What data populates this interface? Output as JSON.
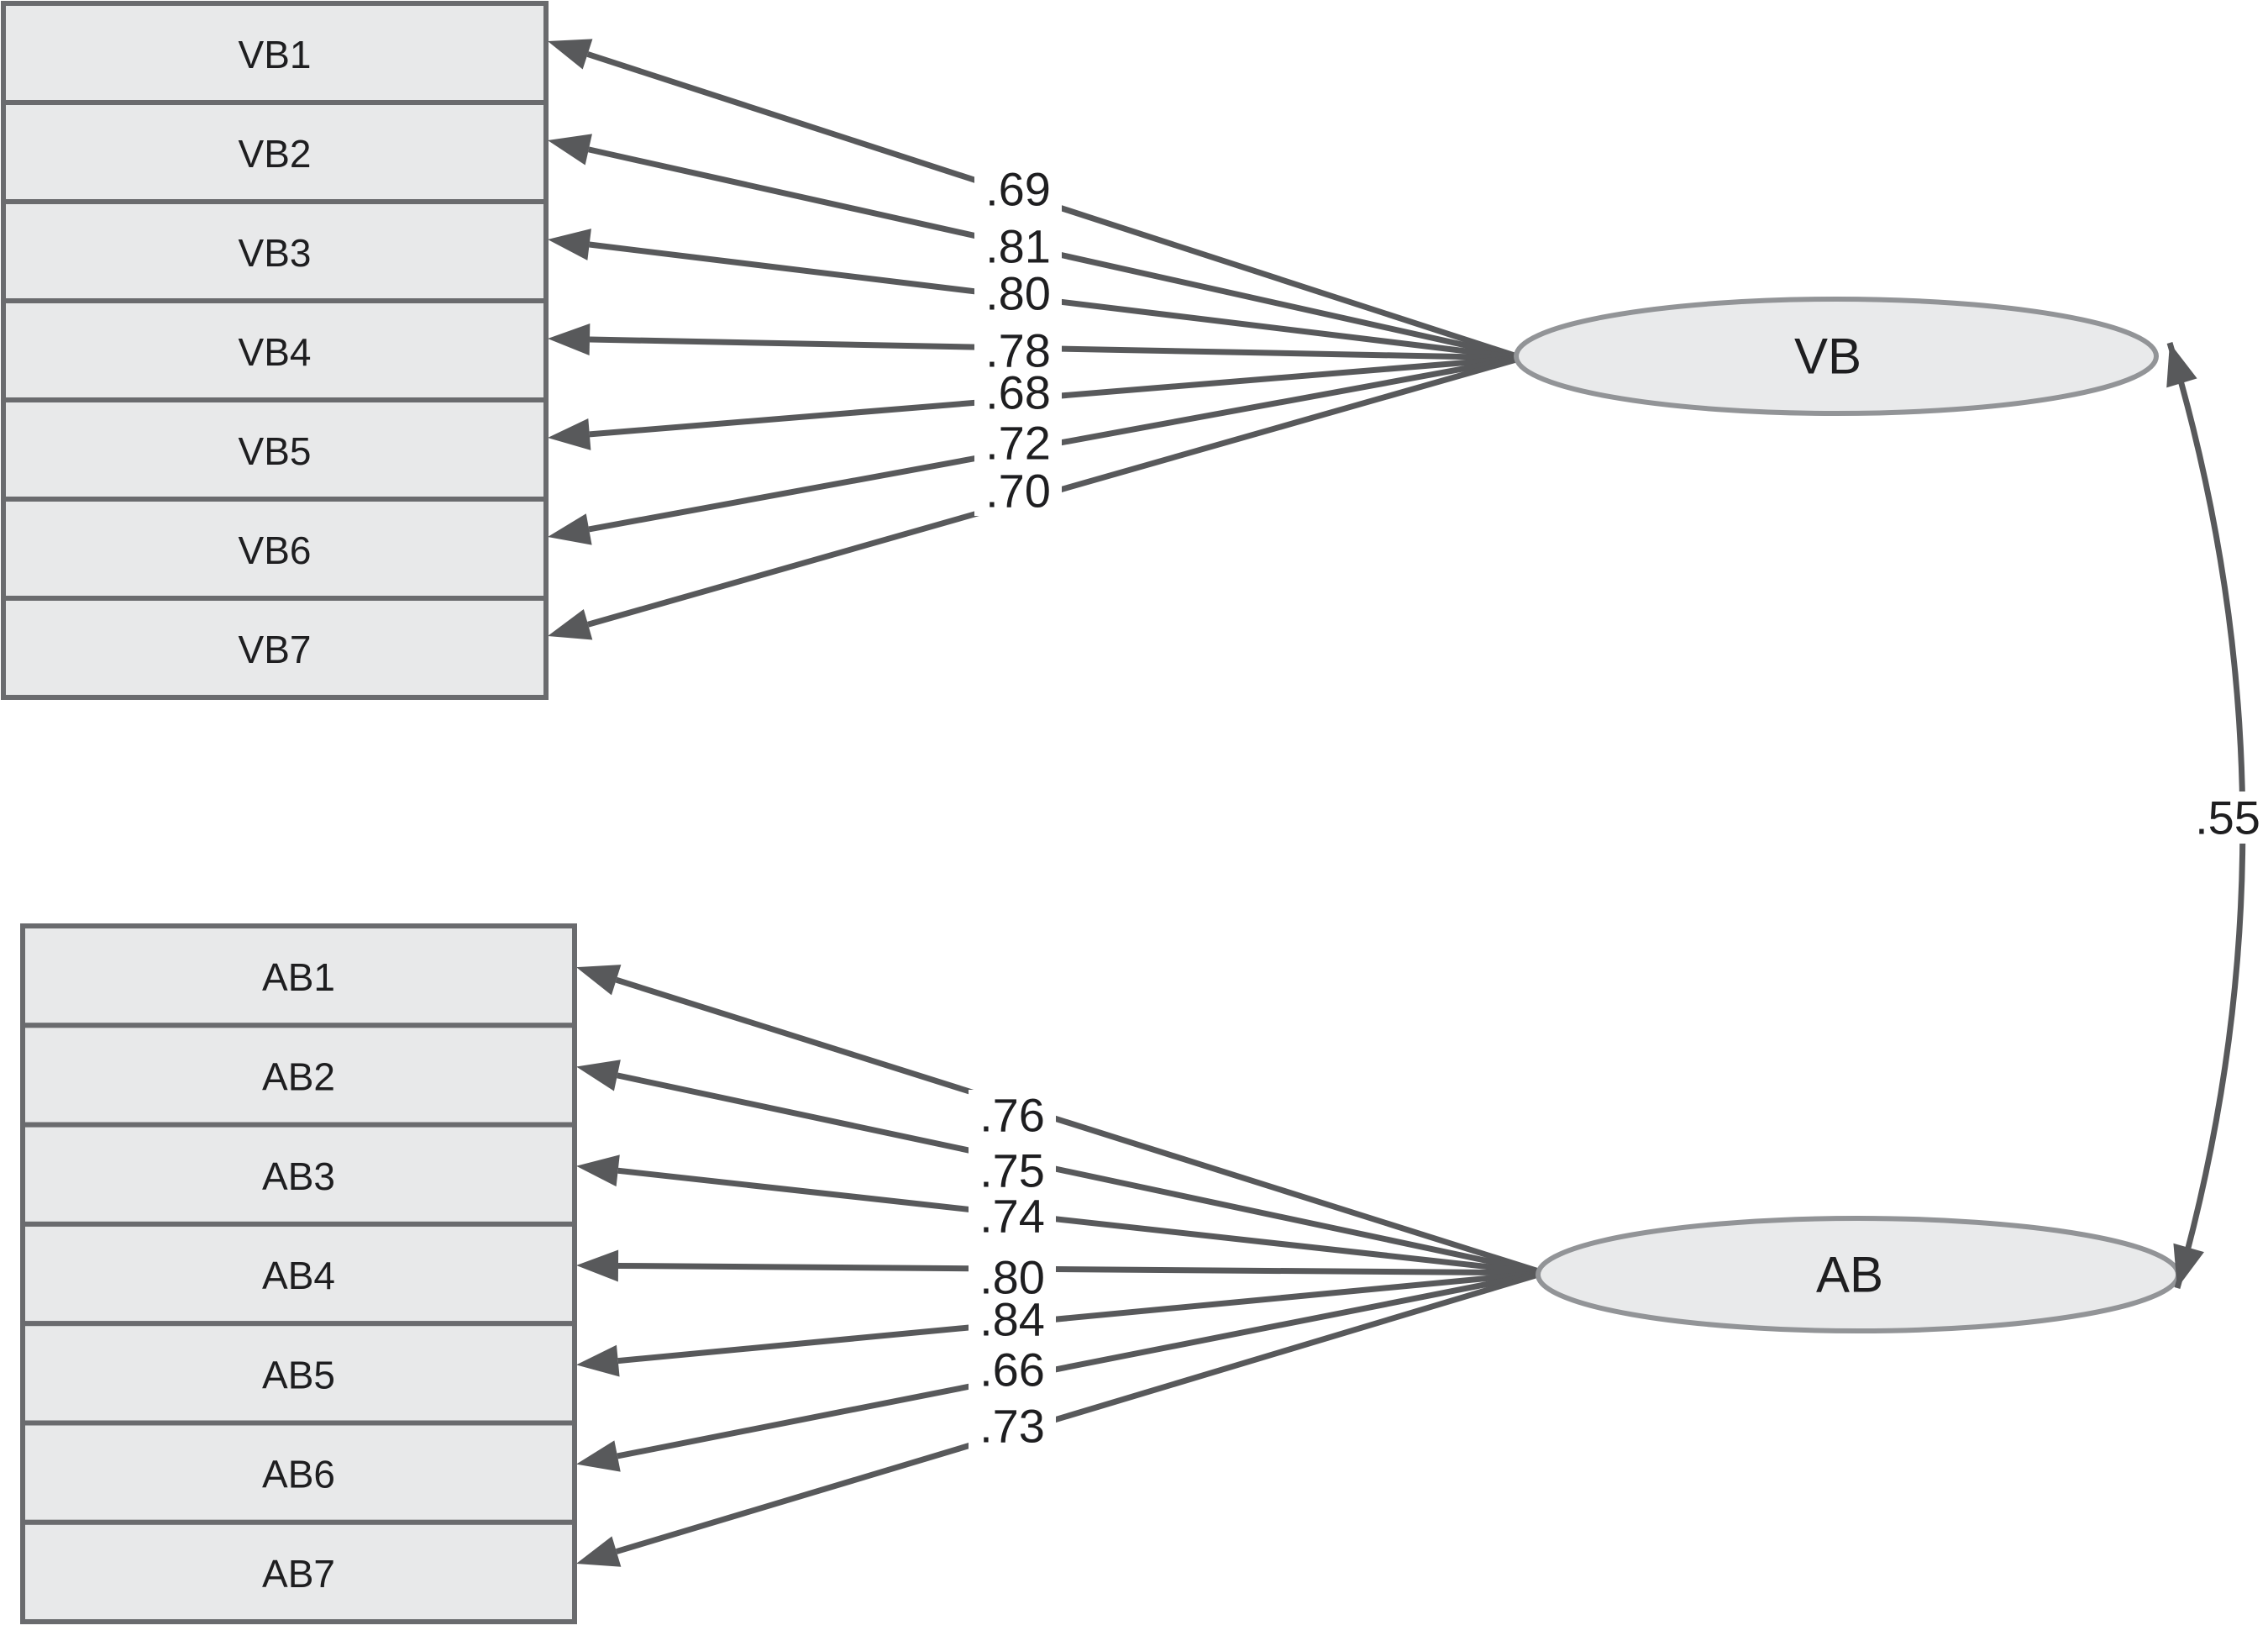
{
  "diagram": {
    "type": "two-factor confirmatory factor analysis path diagram",
    "factors": [
      {
        "label": "VB",
        "indicators": [
          {
            "label": "VB1",
            "loading": ".69"
          },
          {
            "label": "VB2",
            "loading": ".81"
          },
          {
            "label": "VB3",
            "loading": ".80"
          },
          {
            "label": "VB4",
            "loading": ".78"
          },
          {
            "label": "VB5",
            "loading": ".68"
          },
          {
            "label": "VB6",
            "loading": ".72"
          },
          {
            "label": "VB7",
            "loading": ".70"
          }
        ]
      },
      {
        "label": "AB",
        "indicators": [
          {
            "label": "AB1",
            "loading": ".76"
          },
          {
            "label": "AB2",
            "loading": ".75"
          },
          {
            "label": "AB3",
            "loading": ".74"
          },
          {
            "label": "AB4",
            "loading": ".80"
          },
          {
            "label": "AB5",
            "loading": ".84"
          },
          {
            "label": "AB6",
            "loading": ".66"
          },
          {
            "label": "AB7",
            "loading": ".73"
          }
        ]
      }
    ],
    "correlation": {
      "between": [
        "VB",
        "AB"
      ],
      "label": ".55"
    },
    "colors": {
      "background": "#ffffff",
      "box_fill": "#e8e9ea",
      "box_border": "#6a6b6e",
      "ellipse_fill": "#e9eaeb",
      "ellipse_border": "#929497",
      "arrow": "#58595b",
      "text": "#1e1e20"
    }
  }
}
